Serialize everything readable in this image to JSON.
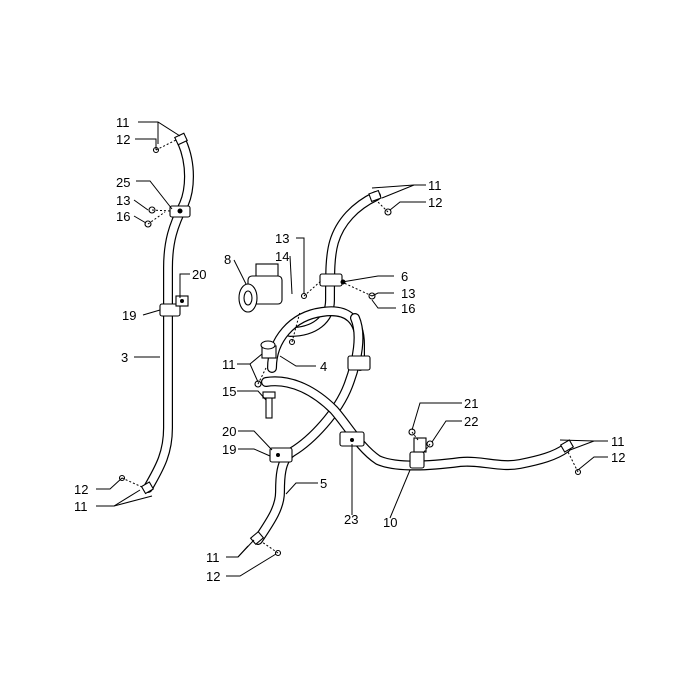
{
  "labels": [
    {
      "id": "l11a",
      "text": "11"
    },
    {
      "id": "l12a",
      "text": "12"
    },
    {
      "id": "l25",
      "text": "25"
    },
    {
      "id": "l13a",
      "text": "13"
    },
    {
      "id": "l16a",
      "text": "16"
    },
    {
      "id": "l20a",
      "text": "20"
    },
    {
      "id": "l19a",
      "text": "19"
    },
    {
      "id": "l3",
      "text": "3"
    },
    {
      "id": "l12b",
      "text": "12"
    },
    {
      "id": "l11b",
      "text": "11"
    },
    {
      "id": "l11c",
      "text": "11"
    },
    {
      "id": "l12c",
      "text": "12"
    },
    {
      "id": "l13b",
      "text": "13"
    },
    {
      "id": "l14",
      "text": "14"
    },
    {
      "id": "l8",
      "text": "8"
    },
    {
      "id": "l6",
      "text": "6"
    },
    {
      "id": "l13c",
      "text": "13"
    },
    {
      "id": "l16b",
      "text": "16"
    },
    {
      "id": "l11d",
      "text": "11"
    },
    {
      "id": "l4",
      "text": "4"
    },
    {
      "id": "l15",
      "text": "15"
    },
    {
      "id": "l20b",
      "text": "20"
    },
    {
      "id": "l19b",
      "text": "19"
    },
    {
      "id": "l5",
      "text": "5"
    },
    {
      "id": "l21",
      "text": "21"
    },
    {
      "id": "l22",
      "text": "22"
    },
    {
      "id": "l11e",
      "text": "11"
    },
    {
      "id": "l12d",
      "text": "12"
    },
    {
      "id": "l23",
      "text": "23"
    },
    {
      "id": "l10",
      "text": "10"
    },
    {
      "id": "l11f",
      "text": "11"
    },
    {
      "id": "l12e",
      "text": "12"
    }
  ]
}
